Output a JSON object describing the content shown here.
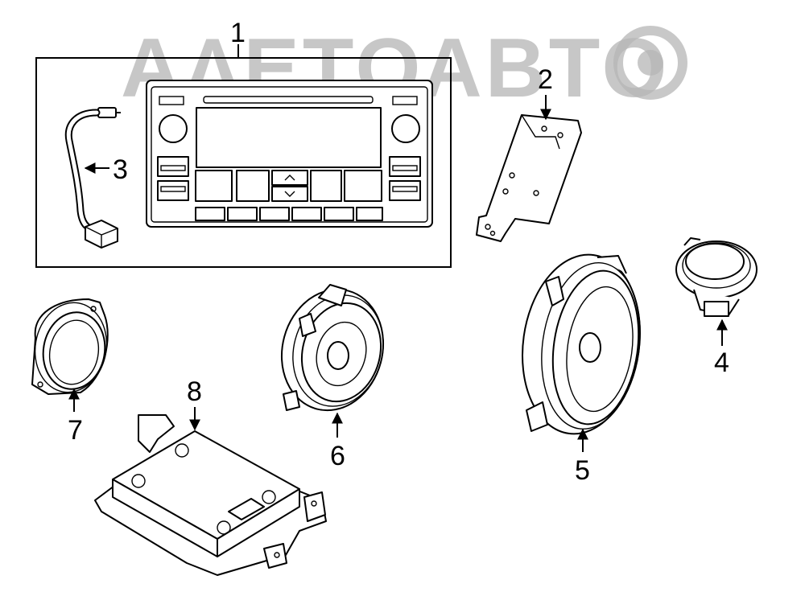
{
  "watermark": {
    "text": "ΑΛΕΤΟΑΒΤΟ"
  },
  "callouts": [
    {
      "id": "1",
      "label": "1"
    },
    {
      "id": "2",
      "label": "2"
    },
    {
      "id": "3",
      "label": "3"
    },
    {
      "id": "4",
      "label": "4"
    },
    {
      "id": "5",
      "label": "5"
    },
    {
      "id": "6",
      "label": "6"
    },
    {
      "id": "7",
      "label": "7"
    },
    {
      "id": "8",
      "label": "8"
    }
  ]
}
